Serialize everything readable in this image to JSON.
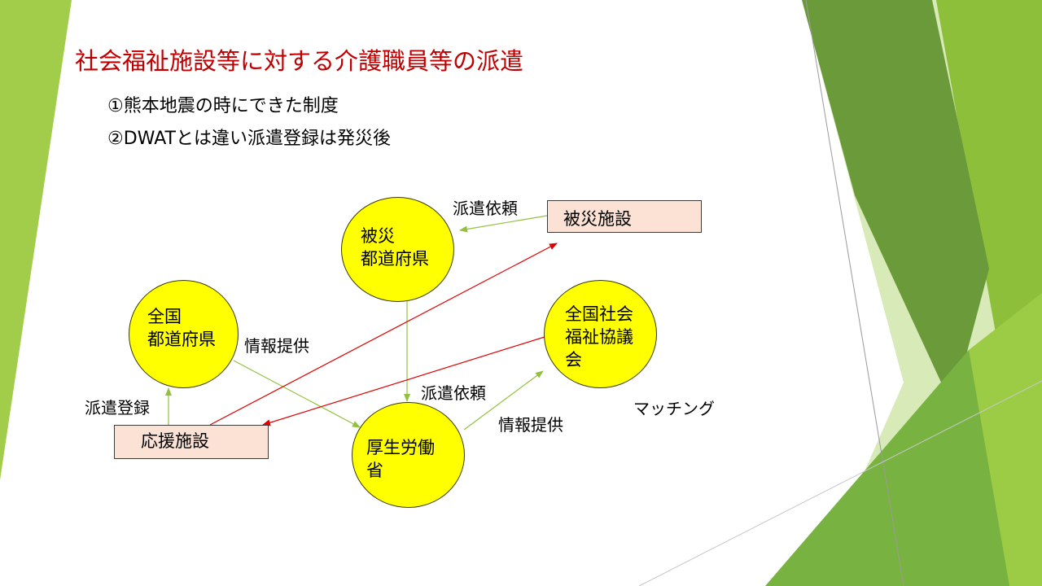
{
  "slide": {
    "title": "社会福祉施設等に対する介護職員等の派遣",
    "bullets": [
      "①熊本地震の時にできた制度",
      "②DWATとは違い派遣登録は発災後"
    ]
  },
  "diagram": {
    "nodes": {
      "hisai_pref": "被災\n都道府県",
      "zenkoku_pref": "全国\n都道府県",
      "zenkoku_shakyo": "全国社会\n福祉協議\n会",
      "mhlw": "厚生労働\n省",
      "hisai_shisetsu": "被災施設",
      "ouen_shisetsu": "応援施設"
    },
    "labels": {
      "haken_irai_top": "派遣依頼",
      "jouhou_teikyo_left": "情報提供",
      "haken_irai_mid": "派遣依頼",
      "haken_touroku": "派遣登録",
      "jouhou_teikyo_right": "情報提供",
      "matching": "マッチング"
    }
  },
  "colors": {
    "title": "#c00000",
    "circle_fill": "#ffff00",
    "box_fill": "#fbe2d5",
    "arrow_green": "#92c13d",
    "arrow_red": "#e00000",
    "deco_green_light": "#9bcb43",
    "deco_green_dark": "#5b8f2e"
  }
}
